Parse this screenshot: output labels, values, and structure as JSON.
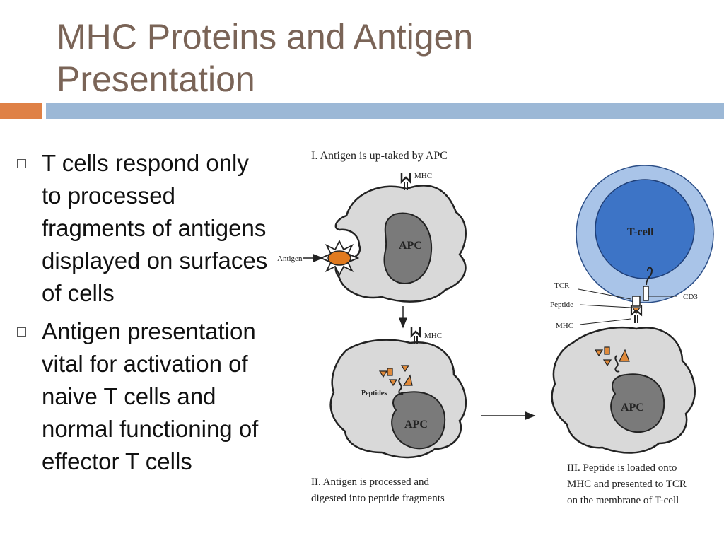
{
  "slide": {
    "title_line1": "MHC Proteins and Antigen",
    "title_line2": "Presentation",
    "bullets": [
      "T cells respond only to processed fragments of antigens displayed on surfaces of cells",
      "Antigen presentation vital for activation of naive T cells and normal functioning of effector T cells"
    ]
  },
  "diagram": {
    "stage1_caption": "I. Antigen is up-taked by APC",
    "stage2_caption_line1": "II. Antigen is processed and",
    "stage2_caption_line2": "digested into peptide fragments",
    "stage3_caption_line1": "III. Peptide is loaded onto",
    "stage3_caption_line2": "MHC and presented to TCR",
    "stage3_caption_line3": "on the membrane of T-cell",
    "labels": {
      "apc": "APC",
      "mhc": "MHC",
      "antigen": "Antigen",
      "peptides": "Peptides",
      "tcell": "T-cell",
      "tcr": "TCR",
      "peptide": "Peptide",
      "cd3": "CD3"
    },
    "colors": {
      "cell_fill": "#d9d9d9",
      "nucleus_fill": "#7a7a7a",
      "tcell_outer": "#a9c4e8",
      "tcell_inner": "#3d74c6",
      "antigen": "#e07a1f",
      "peptide": "#e08a3a"
    }
  }
}
